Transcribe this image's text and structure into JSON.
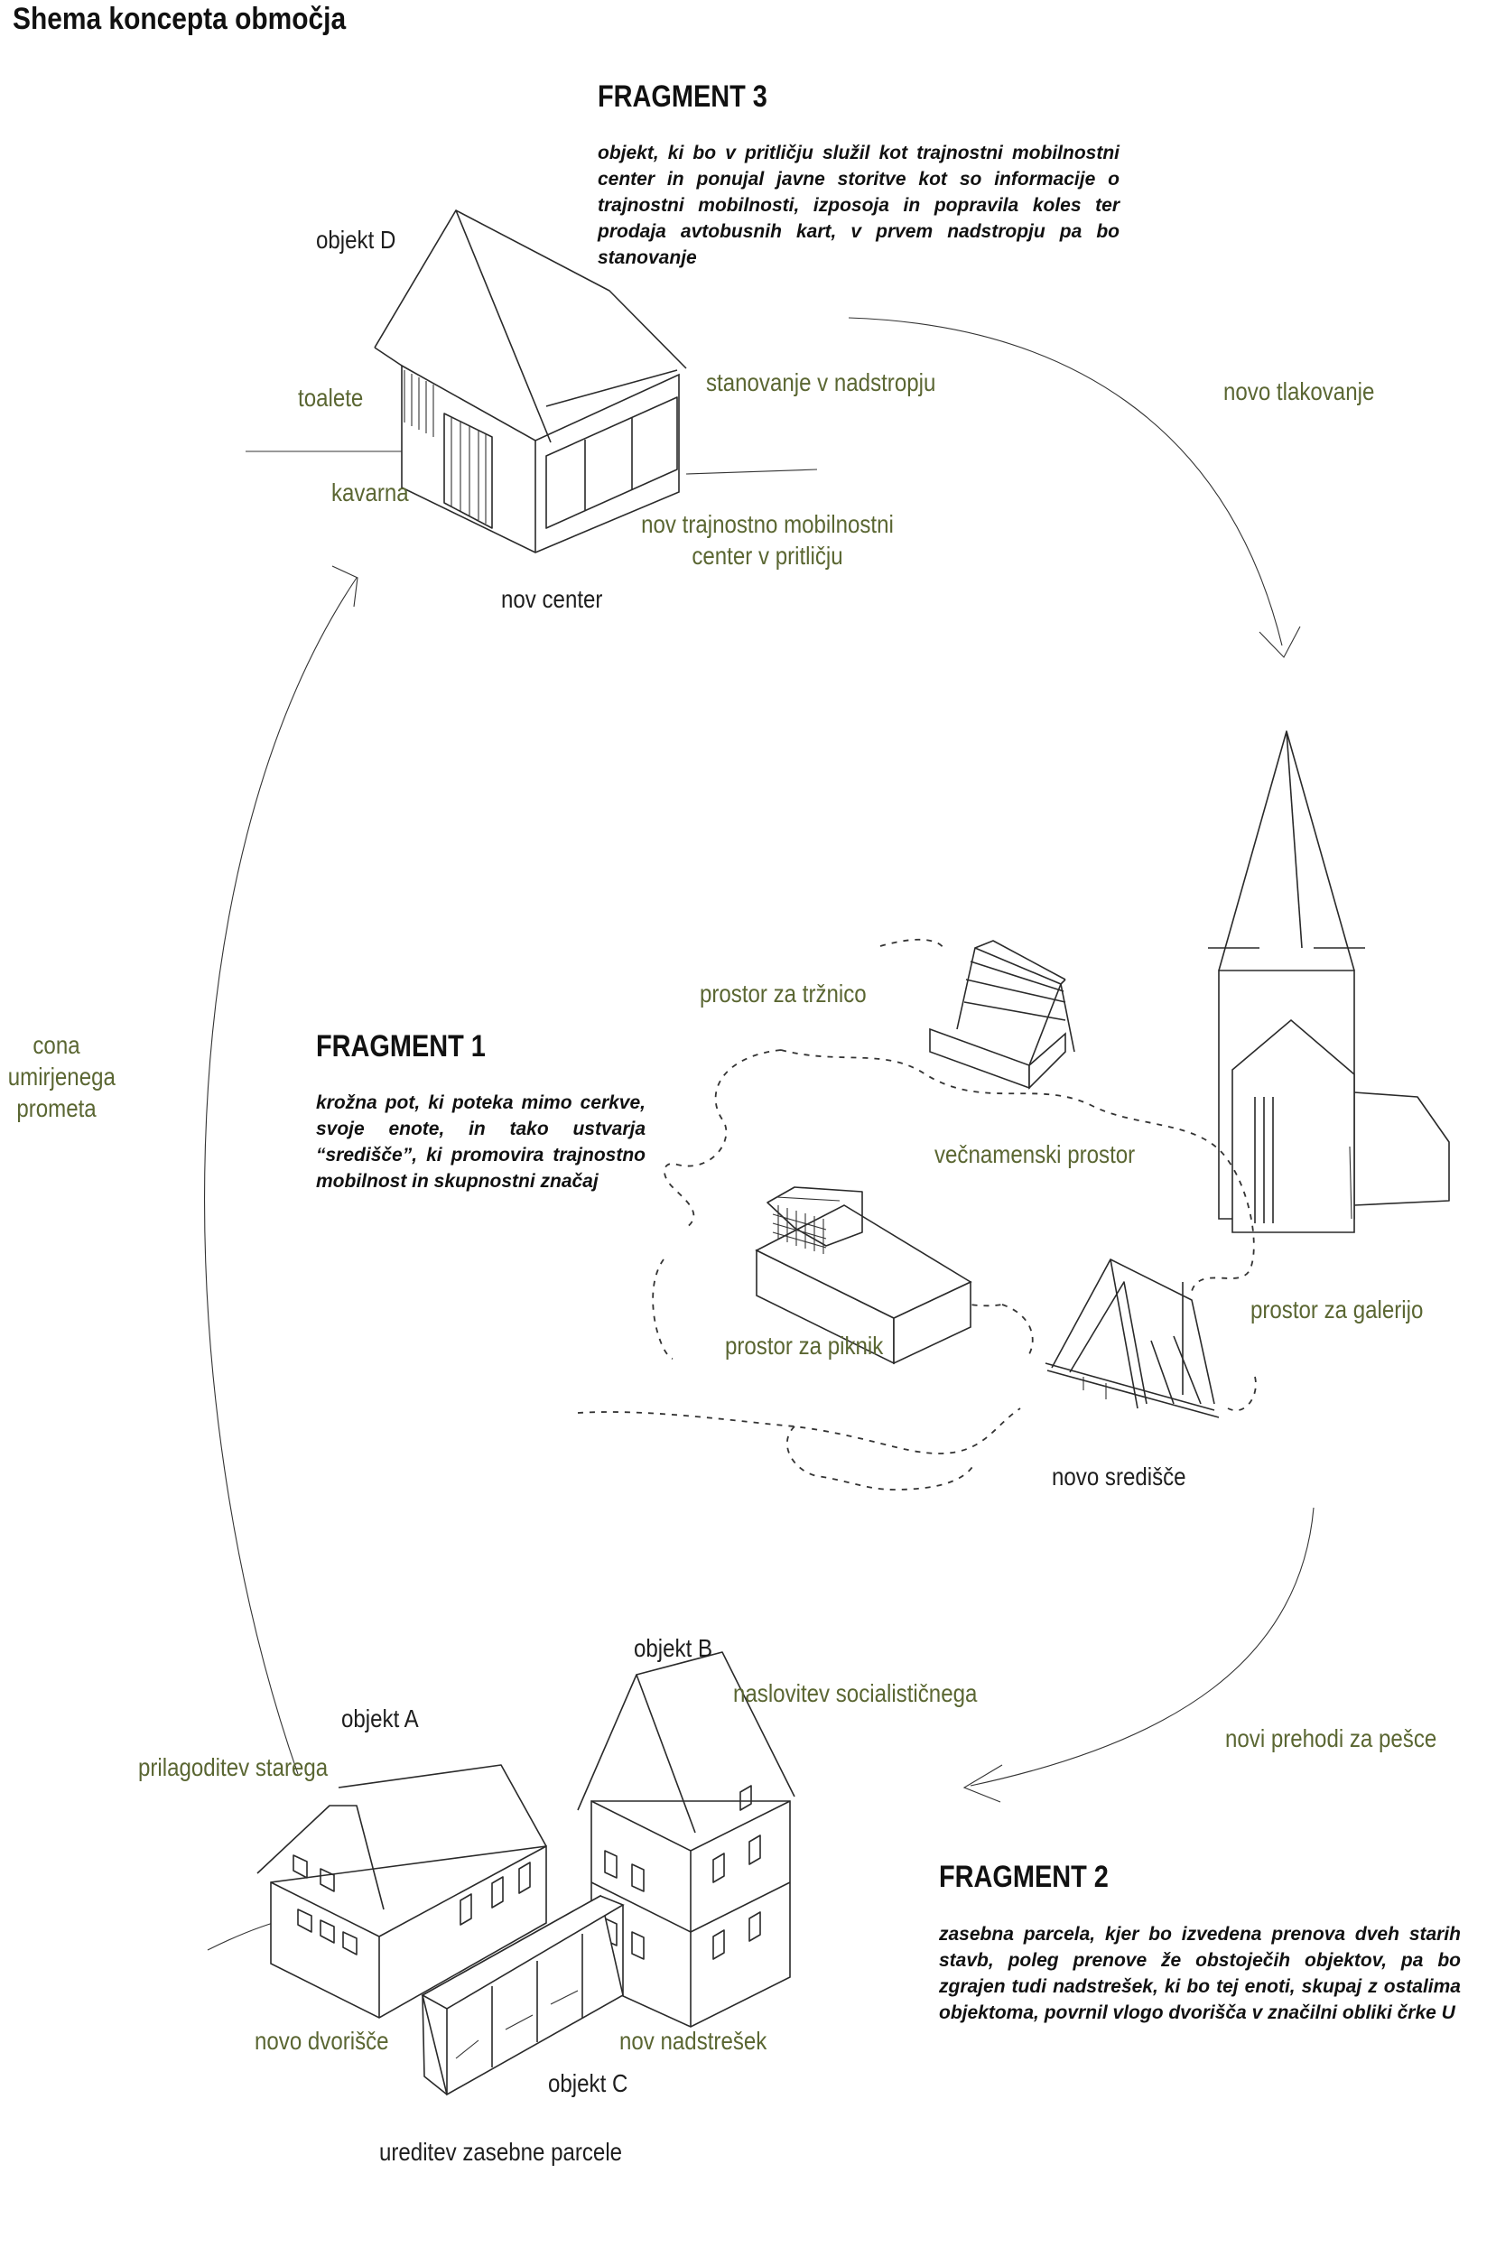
{
  "title": "Shema koncepta območja",
  "fragments": {
    "f3": {
      "heading": "FRAGMENT 3",
      "text": "objekt, ki bo v pritličju služil kot trajnostni mobilnostni center in ponujal javne storitve kot so informacije o trajnostni mobilnosti, izposoja in popravila koles ter prodaja avtobusnih kart, v prvem nadstropju pa bo stanovanje"
    },
    "f1": {
      "heading": "FRAGMENT 1",
      "text": "krožna pot, ki poteka mimo cerkve, svoje enote, in tako ustvarja “središče”, ki promovira trajnostno mobilnost in skupnostni značaj"
    },
    "f2": {
      "heading": "FRAGMENT 2",
      "text": "zasebna parcela, kjer bo izvedena prenova dveh starih stavb, poleg prenove že obstoječih objektov, pa bo zgrajen tudi nadstrešek, ki bo tej enoti, skupaj z ostalima objektoma, povrnil vlogo dvorišča v značilni obliki črke U"
    }
  },
  "labels": {
    "objekt_d": "objekt D",
    "toalete": "toalete",
    "stanovanje": "stanovanje v nadstropju",
    "novo_tlakovanje": "novo tlakovanje",
    "kavarna": "kavarna",
    "nov_trajnostno_1": "nov trajnostno mobilnostni",
    "nov_trajnostno_2": "center v pritličju",
    "nov_center": "nov center",
    "cona_1": "cona",
    "cona_2": "umirjenega",
    "cona_3": "prometa",
    "prostor_trznico": "prostor za tržnico",
    "vecnamenski": "večnamenski prostor",
    "prostor_piknik": "prostor za piknik",
    "prostor_galerijo": "prostor za galerijo",
    "novo_sredisce": "novo središče",
    "objekt_b": "objekt B",
    "naslovitev": "naslovitev socialističnega",
    "objekt_a": "objekt A",
    "prilagoditev": "prilagoditev starega",
    "novi_prehodi": "novi prehodi za pešce",
    "novo_dvorisce": "novo dvorišče",
    "nov_nadstresek": "nov nadstrešek",
    "objekt_c": "objekt C",
    "ureditev": "ureditev zasebne parcele"
  },
  "colors": {
    "label_green": "#5a6632",
    "text_black": "#111111",
    "line": "#2a2a2a"
  }
}
